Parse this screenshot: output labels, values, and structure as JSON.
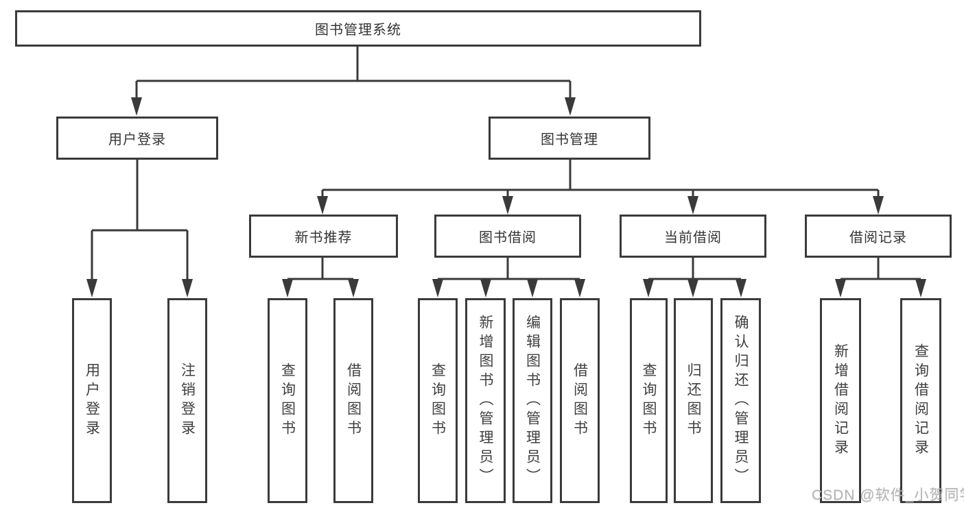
{
  "tree": {
    "label": "图书管理系统",
    "children": [
      {
        "label": "用户登录",
        "children": [
          {
            "label": "用户登录"
          },
          {
            "label": "注销登录"
          }
        ]
      },
      {
        "label": "图书管理",
        "children": [
          {
            "label": "新书推荐",
            "children": [
              {
                "label": "查询图书"
              },
              {
                "label": "借阅图书"
              }
            ]
          },
          {
            "label": "图书借阅",
            "children": [
              {
                "label": "查询图书"
              },
              {
                "label": "新增图书（管理员）"
              },
              {
                "label": "编辑图书（管理员）"
              },
              {
                "label": "借阅图书"
              }
            ]
          },
          {
            "label": "当前借阅",
            "children": [
              {
                "label": "查询图书"
              },
              {
                "label": "归还图书"
              },
              {
                "label": "确认归还（管理员）"
              }
            ]
          },
          {
            "label": "借阅记录",
            "children": [
              {
                "label": "新增借阅记录"
              },
              {
                "label": "查询借阅记录"
              }
            ]
          }
        ]
      }
    ]
  },
  "watermark": "CSDN @软件_小贺同学",
  "colors": {
    "line": "#3a3a3a",
    "box_border": "#3a3a3a",
    "text": "#343434",
    "watermark": "#b6b6b6",
    "background": "#ffffff"
  }
}
